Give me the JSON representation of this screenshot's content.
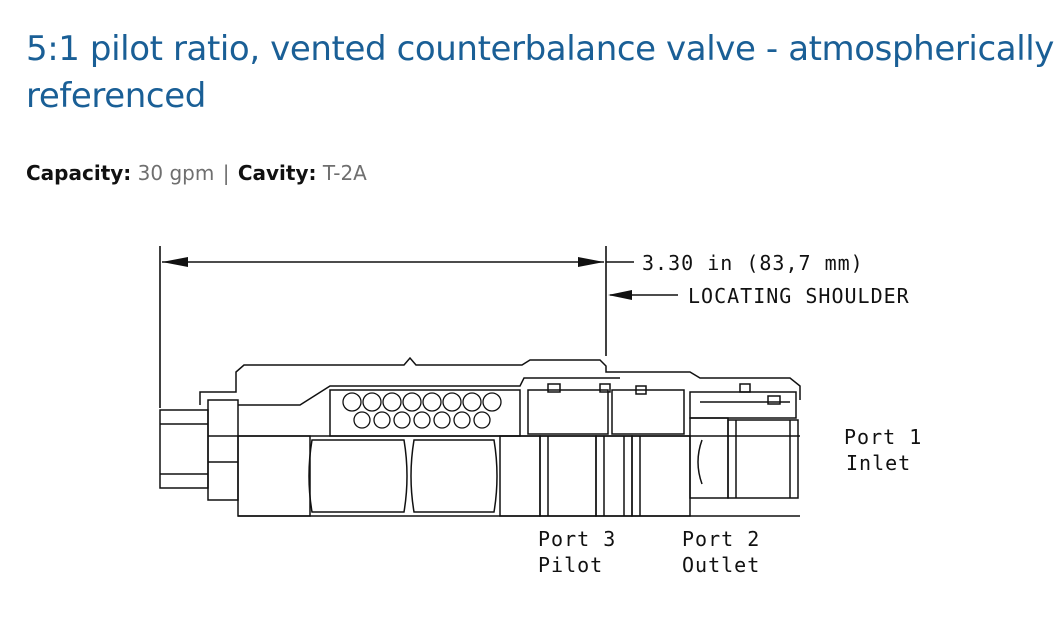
{
  "product": {
    "title": "5:1 pilot ratio, vented counterbalance valve - atmospherically referenced",
    "capacity_label": "Capacity:",
    "capacity_value": "30 gpm",
    "separator": "|",
    "cavity_label": "Cavity:",
    "cavity_value": "T-2A"
  },
  "drawing": {
    "dimension_label": "3.30 in (83,7 mm)",
    "shoulder_label": "LOCATING SHOULDER",
    "port1_line1": "Port 1",
    "port1_line2": "Inlet",
    "port3_line1": "Port 3",
    "port3_line2": "Pilot",
    "port2_line1": "Port 2",
    "port2_line2": "Outlet"
  },
  "colors": {
    "title": "#1a5f96",
    "label": "#111111",
    "value": "#6f6f6f",
    "line": "#111111"
  }
}
